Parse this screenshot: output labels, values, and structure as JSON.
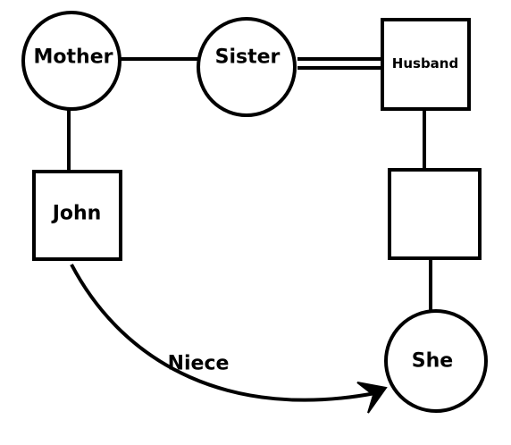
{
  "diagram": {
    "nodes": {
      "mother": {
        "label": "Mother",
        "shape": "circle"
      },
      "sister": {
        "label": "Sister",
        "shape": "circle"
      },
      "husband": {
        "label": "Husband",
        "shape": "square"
      },
      "john": {
        "label": "John",
        "shape": "square"
      },
      "child": {
        "label": "",
        "shape": "square"
      },
      "she": {
        "label": "She",
        "shape": "circle"
      }
    },
    "edges": {
      "relation": {
        "label": "Niece",
        "from": "john",
        "to": "she"
      }
    },
    "colors": {
      "stroke": "#000000",
      "background": "#ffffff"
    }
  }
}
